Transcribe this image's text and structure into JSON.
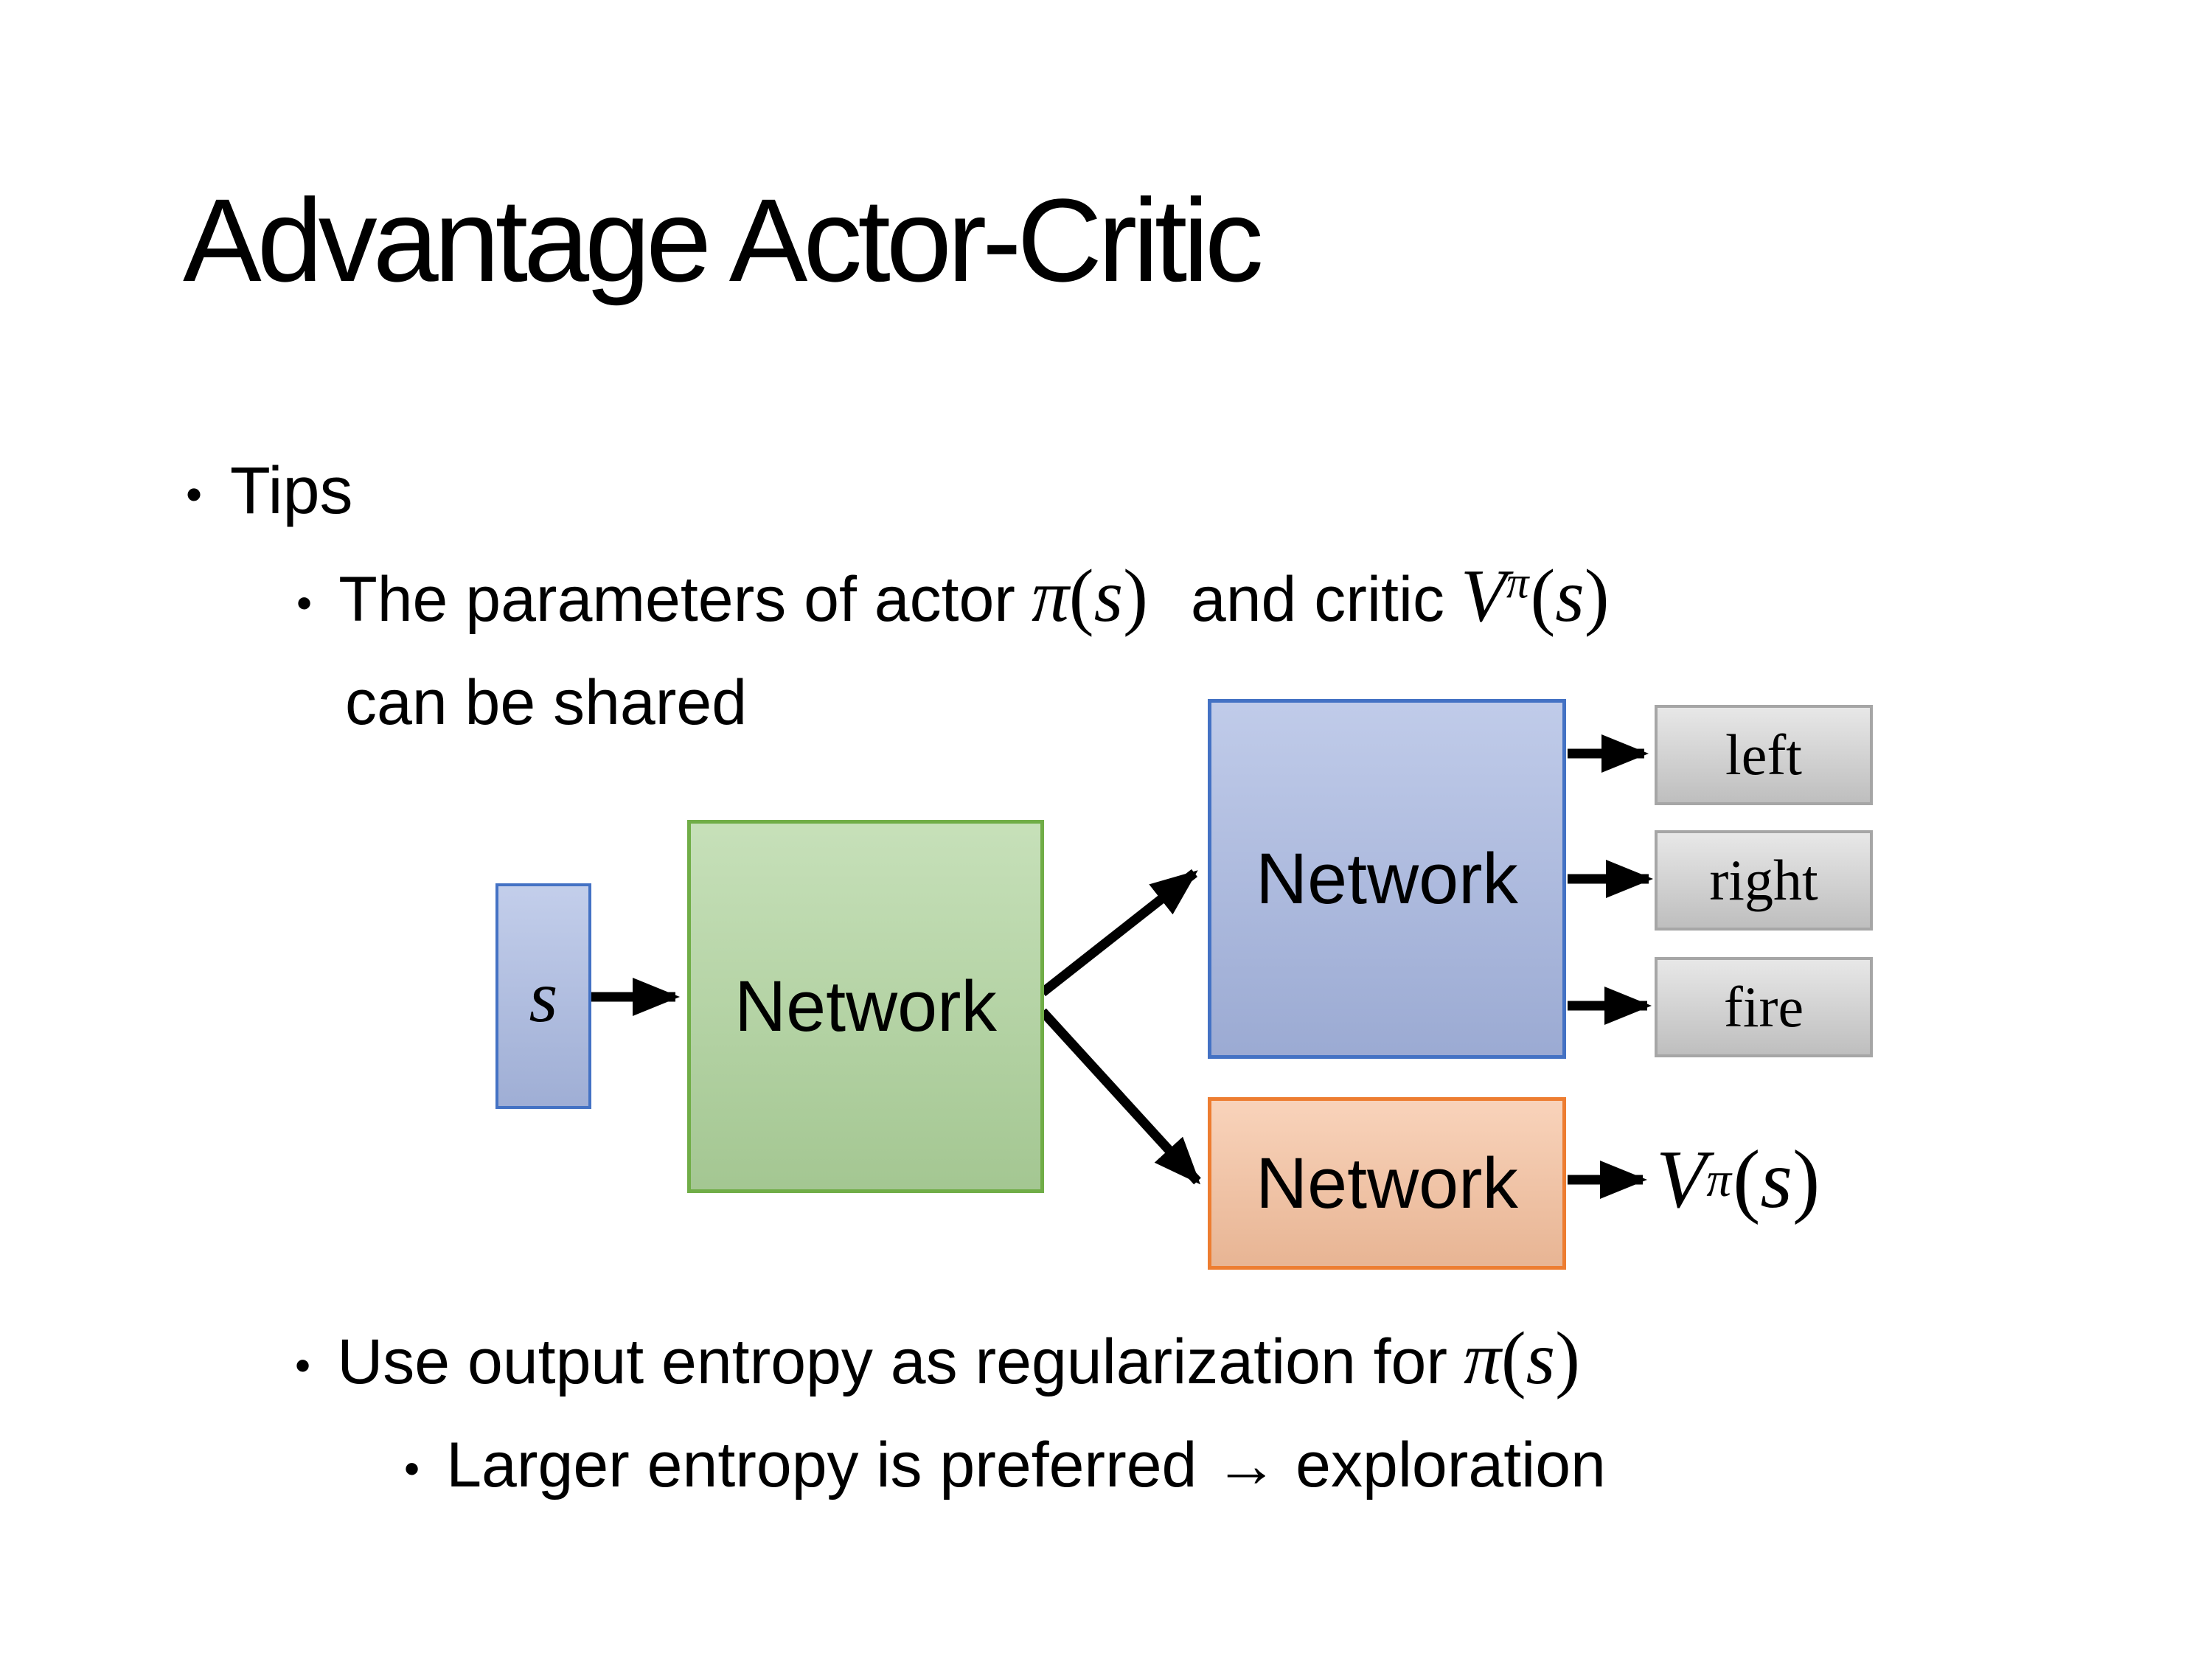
{
  "slide": {
    "title": "Advantage Actor-Critic",
    "bullet_glyph": "•",
    "bullet1": "Tips",
    "tip_shared": {
      "prefix": "The parameters of actor",
      "mid": "and critic",
      "line2": "can be shared"
    },
    "tip_entropy": {
      "prefix": "Use output entropy as regularization for"
    },
    "tip_explore": "Larger entropy is preferred → exploration"
  },
  "math": {
    "pi": "π",
    "s": "s",
    "V": "V",
    "lparen": "(",
    "rparen": ")"
  },
  "diagram": {
    "state_label": "s",
    "shared_network": "Network",
    "actor_network": "Network",
    "critic_network": "Network",
    "actions": [
      "left",
      "right",
      "fire"
    ],
    "colors": {
      "state_fill": "#a9b9e2",
      "state_border": "#4472c4",
      "shared_fill": "#aed39b",
      "shared_border": "#70ad47",
      "actor_fill": "#a5b5e0",
      "actor_border": "#4472c4",
      "critic_fill": "#f6c09d",
      "critic_border": "#ed7d31",
      "action_fill": "#d4d4d4",
      "action_border": "#a6a6a6",
      "arrow": "#000000"
    }
  }
}
